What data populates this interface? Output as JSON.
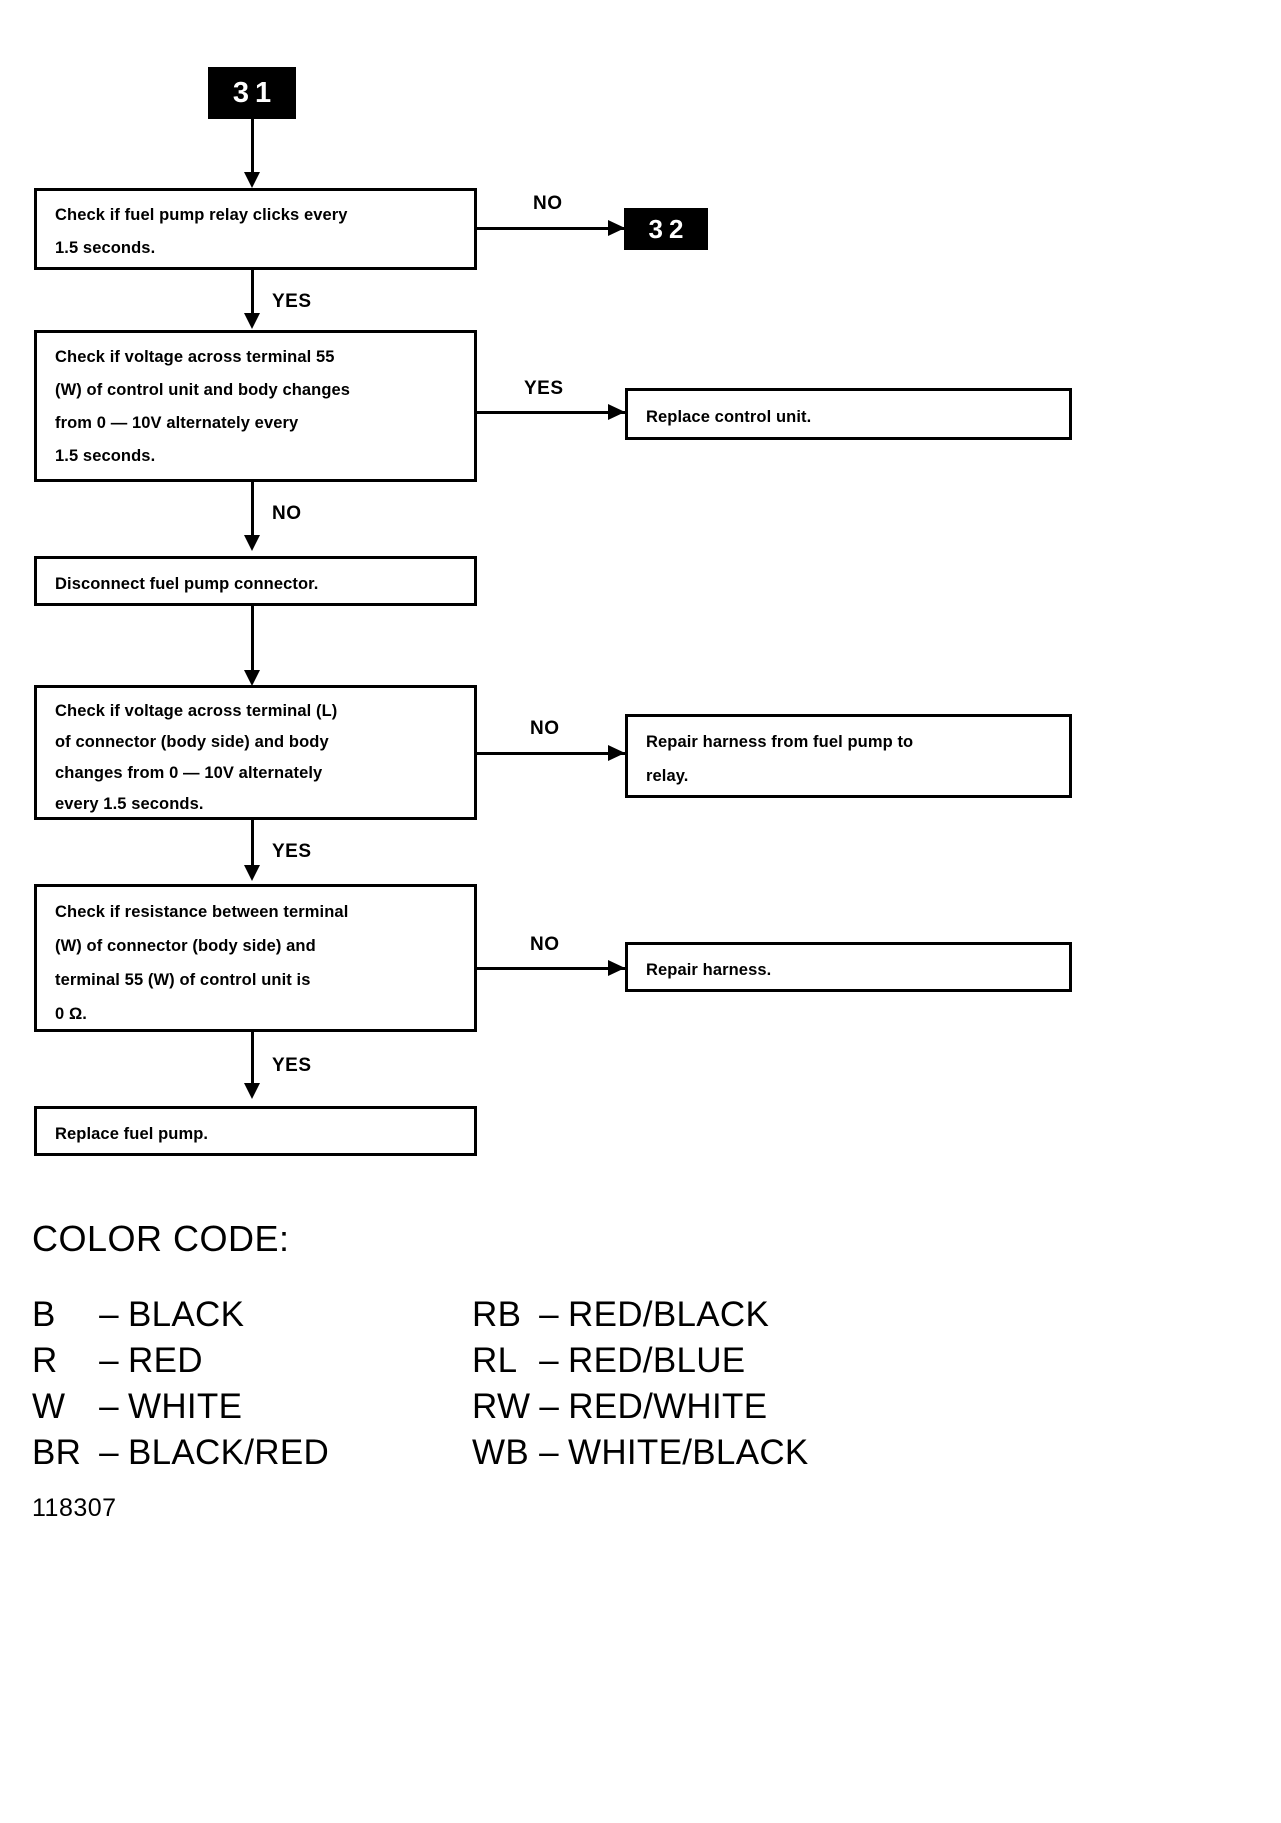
{
  "diagram": {
    "type": "flowchart",
    "entry_badge": "31",
    "exit_badge": "32",
    "nodes": [
      {
        "id": "n1",
        "lines": [
          "Check if fuel pump relay clicks every",
          "1.5 seconds."
        ]
      },
      {
        "id": "n2",
        "lines": [
          "Check if voltage across terminal 55",
          "(W) of control unit and body changes",
          "from 0 — 10V alternately every",
          "1.5 seconds."
        ]
      },
      {
        "id": "n3",
        "lines": [
          "Disconnect fuel pump connector."
        ]
      },
      {
        "id": "n4",
        "lines": [
          "Check if voltage across terminal (L)",
          "of connector (body side) and body",
          "changes from 0 — 10V alternately",
          "every 1.5 seconds."
        ]
      },
      {
        "id": "n5",
        "lines": [
          "Check if resistance between terminal",
          "(W) of connector (body side) and",
          "terminal 55 (W) of control unit is",
          "0 Ω."
        ]
      },
      {
        "id": "n6",
        "lines": [
          "Replace fuel pump."
        ]
      },
      {
        "id": "r1",
        "lines": [
          "Replace control unit."
        ]
      },
      {
        "id": "r2",
        "lines": [
          "Repair harness from fuel pump to",
          "relay."
        ]
      },
      {
        "id": "r3",
        "lines": [
          "Repair harness."
        ]
      }
    ],
    "edge_labels": {
      "n1_no": "NO",
      "n1_yes": "YES",
      "n2_yes": "YES",
      "n2_no": "NO",
      "n4_no": "NO",
      "n4_yes": "YES",
      "n5_no": "NO",
      "n5_yes": "YES"
    }
  },
  "color_code": {
    "title": "COLOR CODE:",
    "left": [
      {
        "abbr": "B",
        "dash": "–",
        "name": "BLACK"
      },
      {
        "abbr": "R",
        "dash": "–",
        "name": "RED"
      },
      {
        "abbr": "W",
        "dash": "–",
        "name": "WHITE"
      },
      {
        "abbr": "BR",
        "dash": "–",
        "name": "BLACK/RED"
      }
    ],
    "right": [
      {
        "abbr": "RB",
        "dash": "–",
        "name": "RED/BLACK"
      },
      {
        "abbr": "RL",
        "dash": "–",
        "name": "RED/BLUE"
      },
      {
        "abbr": "RW",
        "dash": "–",
        "name": "RED/WHITE"
      },
      {
        "abbr": "WB",
        "dash": "–",
        "name": "WHITE/BLACK"
      }
    ]
  },
  "figure_number": "118307"
}
